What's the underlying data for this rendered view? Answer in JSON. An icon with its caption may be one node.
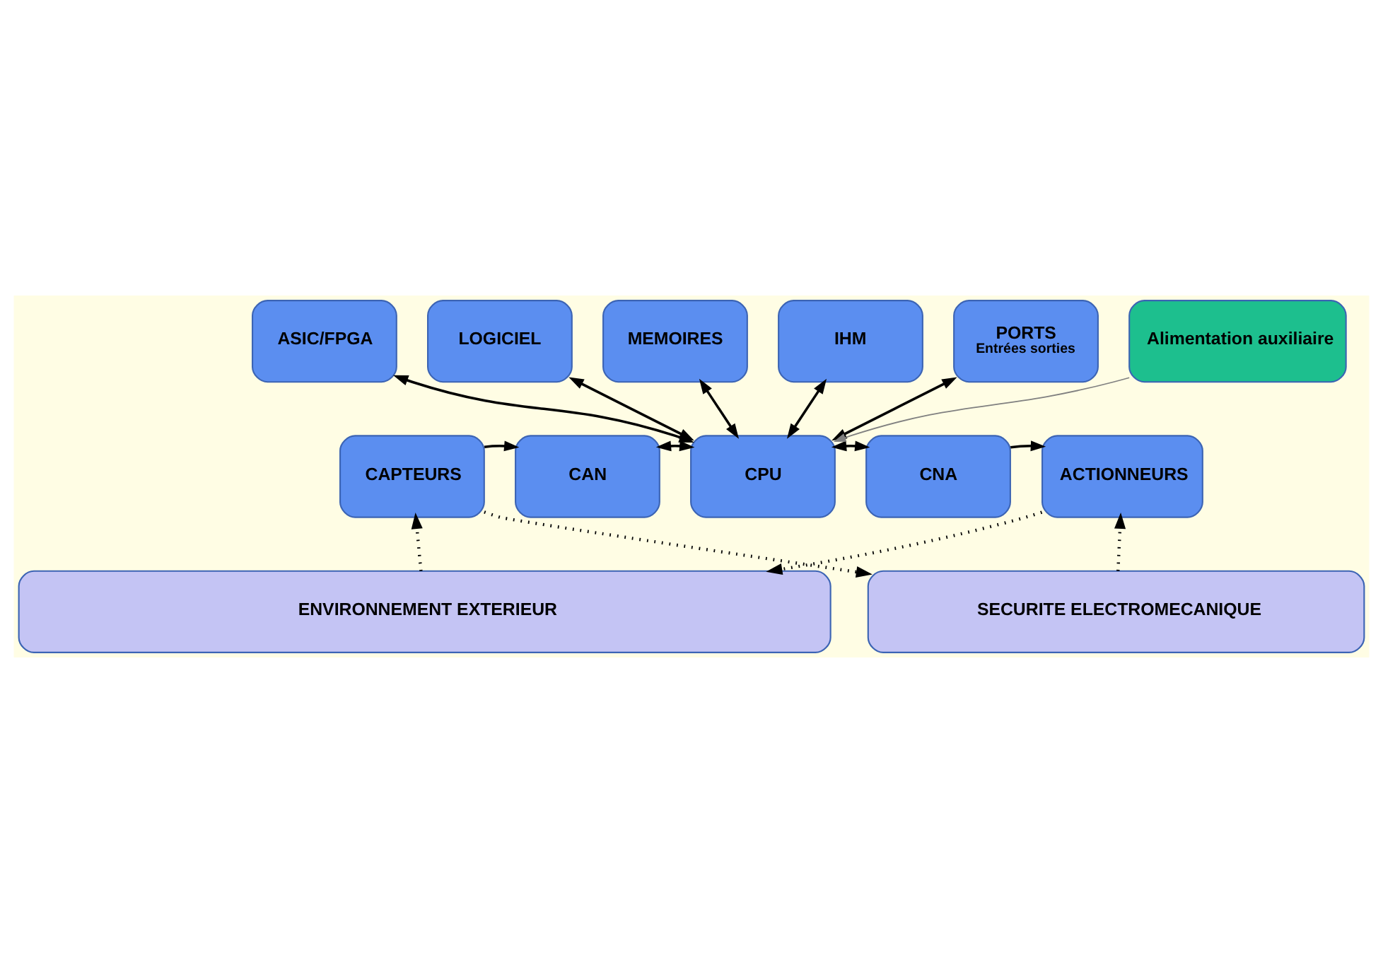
{
  "diagram": {
    "nodes": [
      {
        "text": [
          "ASIC/FPGA"
        ]
      },
      {
        "text": [
          "LOGICIEL"
        ]
      },
      {
        "text": [
          "MEMOIRES"
        ]
      },
      {
        "text": [
          "CAPTEURS"
        ]
      },
      {
        "text": [
          "CAN"
        ]
      },
      {
        "text": [
          "CPU"
        ]
      },
      {
        "text": [
          "CNA"
        ]
      },
      {
        "text": [
          "ACTIONNEURS"
        ]
      },
      {
        "text": [
          "IHM"
        ]
      },
      {
        "text": [
          "PORTS",
          "Entrées sorties"
        ]
      },
      {
        "text": [
          "Alimentation auxiliaire"
        ]
      },
      {
        "text": [
          "SECURITE ELECTROMECANIQUE"
        ]
      },
      {
        "text": [
          "ENVIRONNEMENT EXTERIEUR"
        ]
      }
    ],
    "edges": [
      {
        "from": 3,
        "to": 4,
        "arrow": "to"
      },
      {
        "from": 4,
        "to": 5,
        "arrow": "both"
      },
      {
        "from": 0,
        "to": 5,
        "arrow": "both"
      },
      {
        "from": 1,
        "to": 5,
        "arrow": "both"
      },
      {
        "from": 2,
        "to": 5,
        "arrow": "both"
      },
      {
        "from": 5,
        "to": 6,
        "arrow": "both"
      },
      {
        "from": 6,
        "to": 7,
        "arrow": "to"
      },
      {
        "from": 8,
        "to": 5,
        "arrow": "both"
      },
      {
        "from": 9,
        "to": 5,
        "arrow": "both"
      },
      {
        "from": 10,
        "to": 5,
        "arrow": "to",
        "color": "#808080"
      },
      {
        "from": 12,
        "to": 3,
        "arrow": "to",
        "style": "dashed"
      },
      {
        "from": 3,
        "to": 11,
        "arrow": "to",
        "style": "dashed"
      },
      {
        "from": 11,
        "to": 7,
        "arrow": "to",
        "style": "dashed"
      },
      {
        "from": 7,
        "to": 12,
        "arrow": "to",
        "style": "dashed"
      }
    ]
  }
}
